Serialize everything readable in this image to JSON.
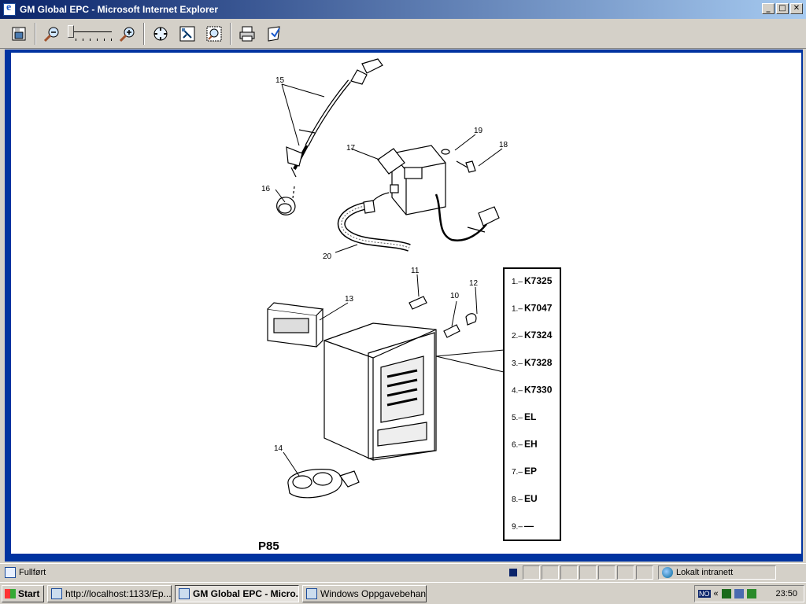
{
  "window": {
    "title": "GM Global EPC - Microsoft Internet Explorer"
  },
  "window_buttons": {
    "minimize": "_",
    "maximize": "□",
    "close": "✕"
  },
  "toolbar": {
    "items": [
      {
        "name": "save-view-button",
        "icon": "frame-icon"
      },
      {
        "name": "zoom-out-button",
        "icon": "magnifier-minus-icon"
      },
      {
        "name": "zoom-in-button",
        "icon": "magnifier-plus-icon"
      },
      {
        "name": "fit-page-button",
        "icon": "fit-icon"
      },
      {
        "name": "select-region-button",
        "icon": "select-icon"
      },
      {
        "name": "zoom-region-button",
        "icon": "zoom-region-icon"
      },
      {
        "name": "print-button",
        "icon": "printer-icon"
      },
      {
        "name": "send-button",
        "icon": "send-icon"
      }
    ]
  },
  "diagram": {
    "callouts": [
      "15",
      "16",
      "17",
      "19",
      "18",
      "20",
      "11",
      "13",
      "10",
      "12",
      "14"
    ],
    "page_code": "P85",
    "legend": [
      {
        "num": "1.–",
        "code": "K7325"
      },
      {
        "num": "1.–",
        "code": "K7047"
      },
      {
        "num": "2.–",
        "code": "K7324"
      },
      {
        "num": "3.–",
        "code": "K7328"
      },
      {
        "num": "4.–",
        "code": "K7330"
      },
      {
        "num": "5.–",
        "code": "EL"
      },
      {
        "num": "6.–",
        "code": "EH"
      },
      {
        "num": "7.–",
        "code": "EP"
      },
      {
        "num": "8.–",
        "code": "EU"
      },
      {
        "num": "9.–",
        "code": "—"
      }
    ]
  },
  "statusbar": {
    "status": "Fullført",
    "zone": "Lokalt intranett"
  },
  "taskbar": {
    "start": "Start",
    "tasks": [
      {
        "label": "http://localhost:1133/Ep...",
        "active": false
      },
      {
        "label": "GM Global EPC - Micro...",
        "active": true
      },
      {
        "label": "Windows Oppgavebehan...",
        "active": false
      }
    ],
    "tray": {
      "lang": "NO",
      "chevron": "«",
      "clock": "23:50"
    }
  }
}
